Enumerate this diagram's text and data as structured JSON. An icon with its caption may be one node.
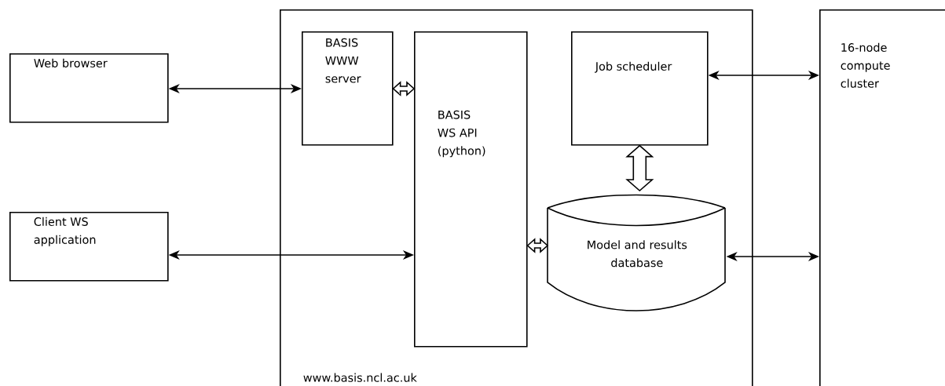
{
  "diagram": {
    "nodes": [
      {
        "text": [
          "Web browser"
        ]
      },
      {
        "text": [
          "www.basis.ncl.ac.uk"
        ]
      },
      {
        "text": [
          "BASIS WWW server"
        ],
        "in": 1
      },
      {
        "text": [
          "BASIS WS API (python)"
        ],
        "in": 1
      },
      {
        "text": [
          "Job scheduler"
        ],
        "in": 1
      },
      {
        "text": [
          "Model and results database"
        ],
        "in": 1
      },
      {
        "text": [
          "16-node compute cluster"
        ]
      },
      {
        "text": [
          "Client WS application"
        ]
      }
    ],
    "edges": [
      {
        "from": 0,
        "to": 2,
        "arrow": "both"
      },
      {
        "from": 2,
        "to": 3,
        "arrow": "both",
        "style": "thick"
      },
      {
        "from": 4,
        "to": 6,
        "arrow": "both"
      },
      {
        "from": 4,
        "to": 5,
        "arrow": "both",
        "style": "thick"
      },
      {
        "from": 3,
        "to": 5,
        "arrow": "both",
        "style": "thick"
      },
      {
        "from": 7,
        "to": 3,
        "arrow": "both"
      },
      {
        "from": 5,
        "to": 6,
        "arrow": "both"
      }
    ]
  }
}
